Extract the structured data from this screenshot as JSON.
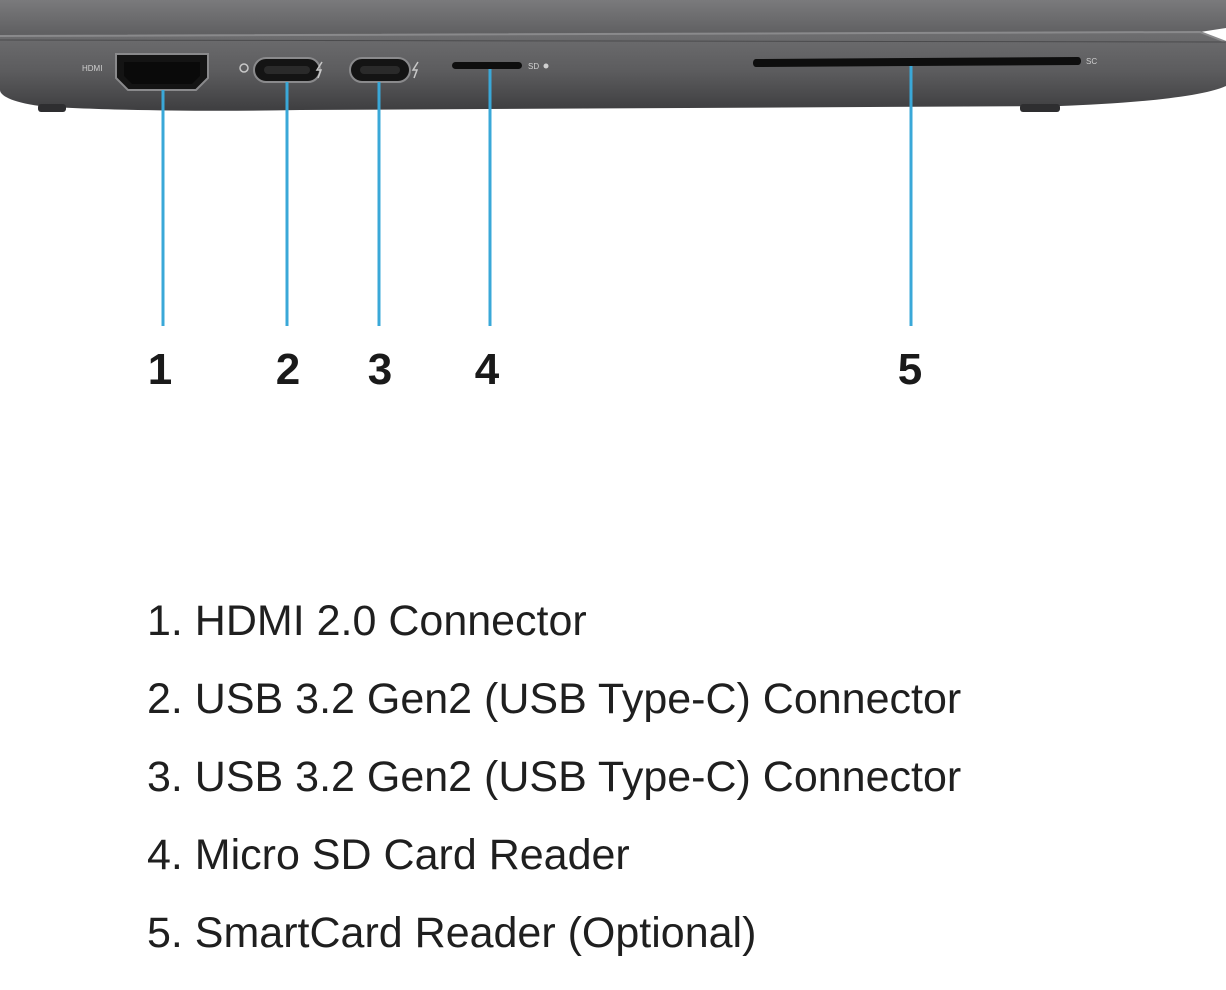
{
  "port_labels": {
    "hdmi": "HDMI",
    "sd": "SD",
    "sc": "SC"
  },
  "callouts": [
    "1",
    "2",
    "3",
    "4",
    "5"
  ],
  "legend": [
    "1. HDMI 2.0 Connector",
    "2. USB 3.2 Gen2 (USB Type-C) Connector",
    "3. USB 3.2 Gen2 (USB Type-C) Connector",
    "4. Micro SD Card Reader",
    "5. SmartCard Reader (Optional)"
  ],
  "colors": {
    "chassis": "#5a5a5c",
    "port": "#141414",
    "leader_line": "#3aa8d8",
    "text": "#1f1f1f"
  }
}
